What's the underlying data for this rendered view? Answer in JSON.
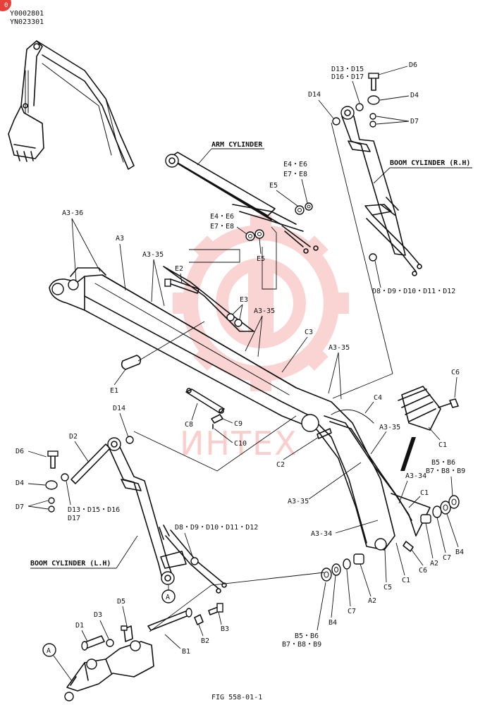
{
  "header": {
    "corner_badge": "0",
    "codes": [
      "Y0002801",
      "YN023301"
    ]
  },
  "watermark": {
    "text": "ИНТЕХ",
    "color": "#e8413a"
  },
  "callouts": {
    "arm_cylinder": "ARM CYLINDER",
    "boom_cylinder_rh": "BOOM CYLINDER (R.H)",
    "boom_cylinder_lh": "BOOM CYLINDER (L.H)"
  },
  "labels": {
    "d13_d15": "D13・D15",
    "d16_d17": "D16・D17",
    "d6_top": "D6",
    "d4_top": "D4",
    "d7_top": "D7",
    "d14_top": "D14",
    "d8_d12_rh": "D8・D9・D10・D11・D12",
    "e4_e6_top": "E4・E6",
    "e7_e8_top": "E7・E8",
    "e5_top": "E5",
    "e4_e6_mid": "E4・E6",
    "e7_e8_mid": "E7・E8",
    "e5_mid": "E5",
    "a3_36": "A3-36",
    "a3": "A3",
    "a3_35_a": "A3-35",
    "e2": "E2",
    "e3": "E3",
    "a3_35_b": "A3-35",
    "c3": "C3",
    "a3_35_c": "A3-35",
    "e1": "E1",
    "d14_left": "D14",
    "c4": "C4",
    "c6_top": "C6",
    "c8": "C8",
    "c9": "C9",
    "c10": "C10",
    "a3_35_d": "A3-35",
    "c1_right": "C1",
    "d2": "D2",
    "c2": "C2",
    "a3_34_a": "A3-34",
    "d6_left": "D6",
    "b5_b6_r": "B5・B6",
    "b7_b9_r": "B7・B8・B9",
    "d4_left": "D4",
    "a3_35_e": "A3-35",
    "c1_mid": "C1",
    "d7_left": "D7",
    "d13_d16": "D13・D15・D16",
    "d17": "D17",
    "d8_d12_lh": "D8・D9・D10・D11・D12",
    "a3_34_b": "A3-34",
    "a2_r": "A2",
    "c7_r": "C7",
    "b4_r": "B4",
    "c6_bottom": "C6",
    "c1_bottom": "C1",
    "c5": "C5",
    "a2_b": "A2",
    "c7_b": "C7",
    "b4_b": "B4",
    "b5_b6_b": "B5・B6",
    "b7_b9_b": "B7・B8・B9",
    "d5": "D5",
    "d3": "D3",
    "d1": "D1",
    "b3": "B3",
    "b2": "B2",
    "b1": "B1",
    "ref_a_1": "A",
    "ref_a_2": "A"
  },
  "footer": {
    "figure_id": "FIG 558-01-1"
  }
}
